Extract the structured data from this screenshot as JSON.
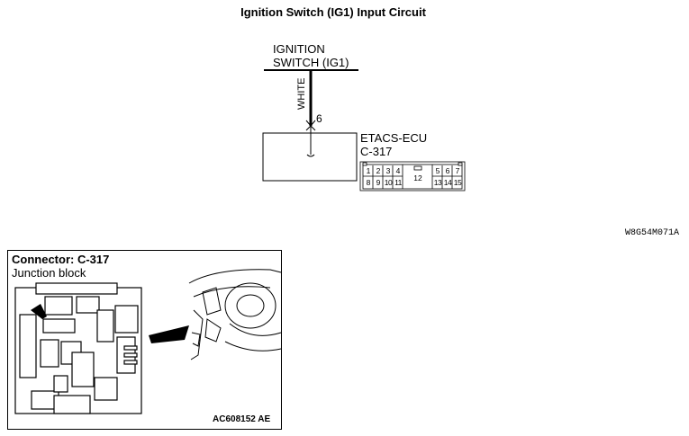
{
  "title": "Ignition Switch (IG1) Input Circuit",
  "ignition_switch": {
    "line1": "IGNITION",
    "line2": "SWITCH (IG1)"
  },
  "wire": {
    "color_label": "WHITE",
    "pin": "6"
  },
  "ecu": {
    "name": "ETACS-ECU",
    "connector": "C-317"
  },
  "connector_pins": {
    "top": [
      "1",
      "2",
      "3",
      "4",
      "5",
      "6",
      "7"
    ],
    "bottom": [
      "8",
      "9",
      "10",
      "11",
      "13",
      "14",
      "15"
    ],
    "center": "12"
  },
  "diagram_code": "W8G54M071A",
  "panel": {
    "title": "Connector: C-317",
    "subtitle": "Junction block",
    "code": "AC608152 AE"
  }
}
